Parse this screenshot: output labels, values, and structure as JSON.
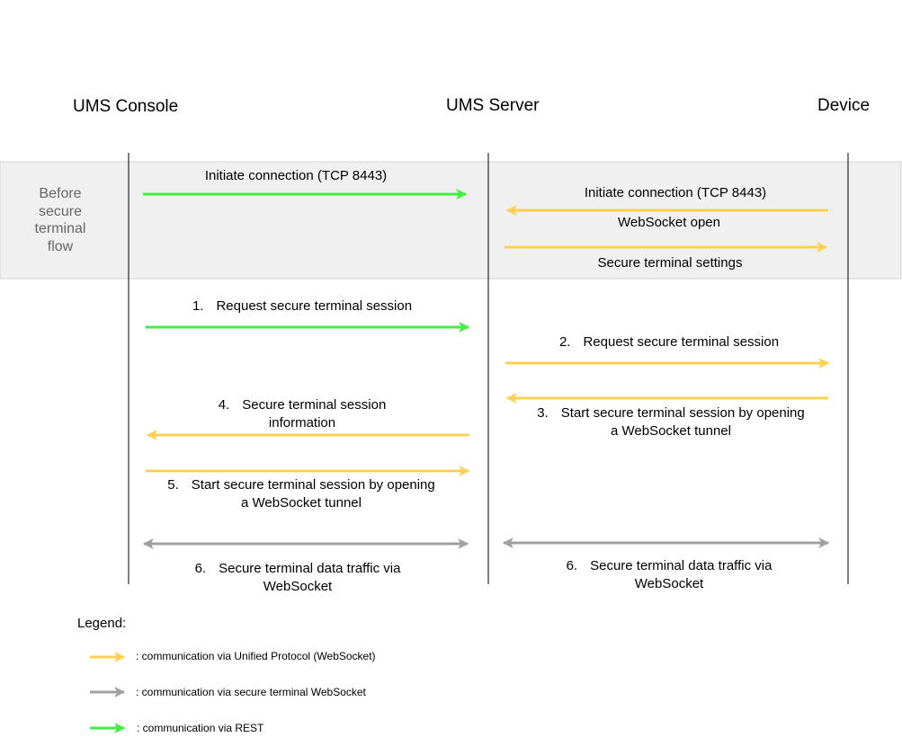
{
  "participants": {
    "console": "UMS Console",
    "server": "UMS Server",
    "device": "Device"
  },
  "before_section": {
    "lines": [
      "Before",
      "secure",
      "terminal",
      "flow"
    ]
  },
  "messages": {
    "console_initiate": "Initiate connection (TCP 8443)",
    "device_initiate": "Initiate connection (TCP 8443)",
    "websocket_open": "WebSocket open",
    "terminal_settings": "Secure terminal settings",
    "step1": {
      "num": "1.",
      "text": "Request secure terminal session"
    },
    "step2": {
      "num": "2.",
      "text": "Request secure terminal session"
    },
    "step3": {
      "num": "3.",
      "line1": "Start secure terminal session by opening",
      "line2": "a WebSocket tunnel"
    },
    "step4": {
      "num": "4.",
      "line1": "Secure terminal session",
      "line2": "information"
    },
    "step5": {
      "num": "5.",
      "line1": "Start secure terminal session by opening",
      "line2": "a WebSocket tunnel"
    },
    "step6_left": {
      "num": "6.",
      "line1": "Secure terminal data traffic via",
      "line2": "WebSocket"
    },
    "step6_right": {
      "num": "6.",
      "line1": "Secure terminal data traffic via",
      "line2": "WebSocket"
    }
  },
  "legend": {
    "title": "Legend:",
    "items": [
      {
        "color": "#FFD050",
        "text": ": communication via Unified Protocol (WebSocket)"
      },
      {
        "color": "#A0A0A0",
        "text": ": communication via secure terminal WebSocket"
      },
      {
        "color": "#40F040",
        "text": ": communication via REST"
      }
    ]
  },
  "colors": {
    "unified_protocol": "#FFD050",
    "secure_terminal_websocket": "#A0A0A0",
    "rest": "#40F040",
    "band_fill": "#F0F0F0",
    "band_stroke": "#D0D0D0",
    "lifeline": "#000000"
  }
}
